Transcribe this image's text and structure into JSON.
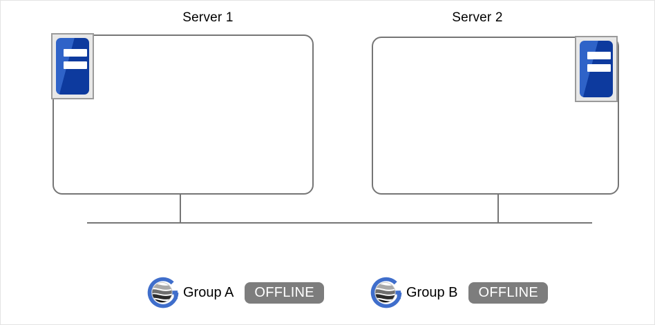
{
  "diagram": {
    "title_bar_color": "#757575",
    "servers": [
      {
        "id": "server-1",
        "label": "Server 1",
        "icon": "server-icon",
        "icon_position": "top-left"
      },
      {
        "id": "server-2",
        "label": "Server 2",
        "icon": "server-icon",
        "icon_position": "top-right"
      }
    ],
    "network": {
      "bus_label": "",
      "line_color": "#757575"
    },
    "groups": [
      {
        "id": "group-a",
        "logo": "cluster-globe-g-icon",
        "label": "Group A",
        "status": "OFFLINE",
        "status_color": "#7d7d7d",
        "logo_ring_color": "#3f6ecb"
      },
      {
        "id": "group-b",
        "logo": "cluster-globe-g-icon",
        "label": "Group B",
        "status": "OFFLINE",
        "status_color": "#7d7d7d",
        "logo_ring_color": "#3f6ecb"
      }
    ]
  }
}
